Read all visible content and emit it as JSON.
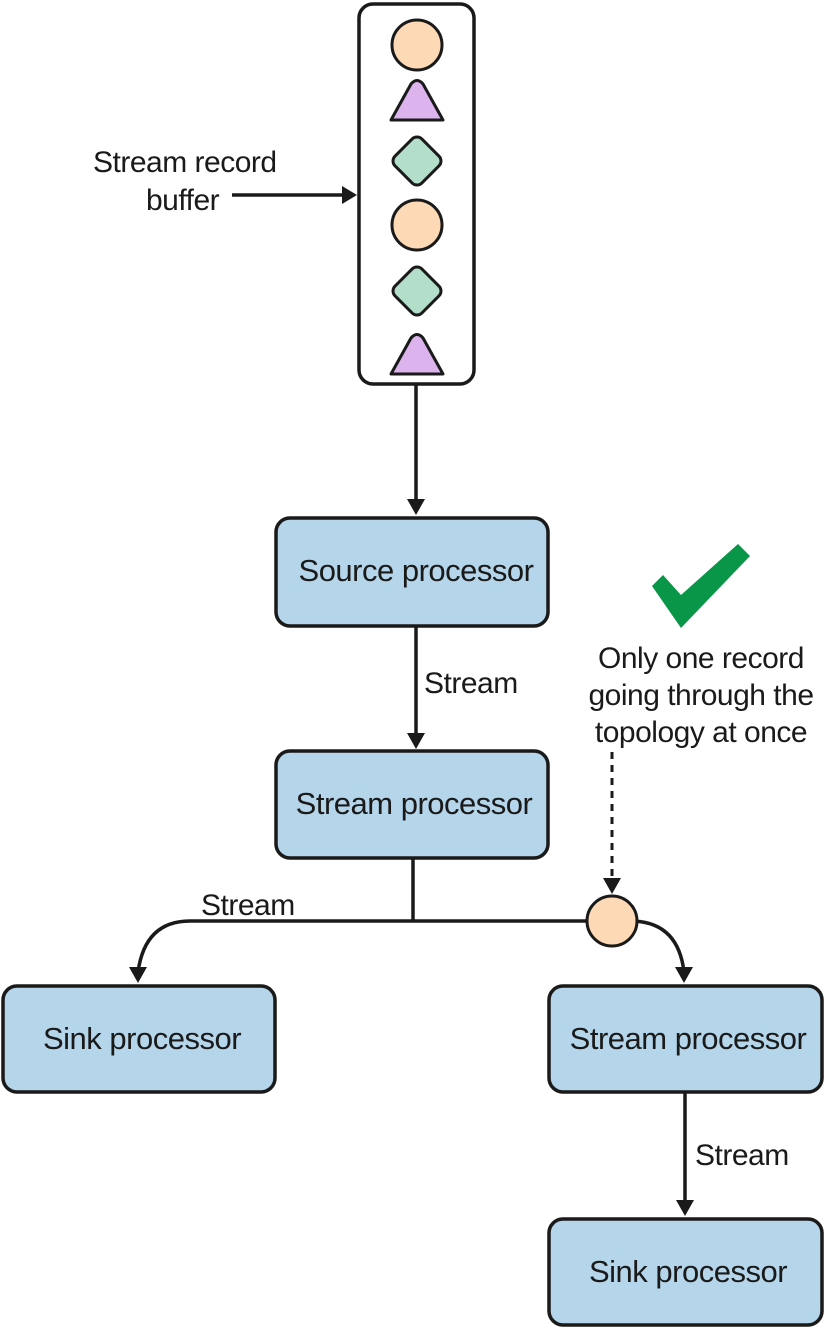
{
  "buffer": {
    "label_line1": "Stream record",
    "label_line2": "buffer",
    "records": [
      "circle",
      "triangle",
      "diamond",
      "circle",
      "diamond",
      "triangle"
    ],
    "colors": {
      "circle": "#fdd9b5",
      "triangle": "#dcb3ec",
      "diamond": "#b3dec9"
    }
  },
  "nodes": {
    "source": "Source processor",
    "stream_1": "Stream processor",
    "sink_left": "Sink processor",
    "stream_2": "Stream processor",
    "sink_right": "Sink processor"
  },
  "edges": {
    "source_to_stream": "Stream",
    "stream_to_sink": "Stream",
    "stream_to_sink_2": "Stream"
  },
  "annotation": {
    "line1": "Only one record",
    "line2": "going through the",
    "line3": "topology at once",
    "check_color": "#0a9648"
  },
  "colors": {
    "box_fill": "#b4d5ea",
    "stroke": "#1a1a1a"
  }
}
